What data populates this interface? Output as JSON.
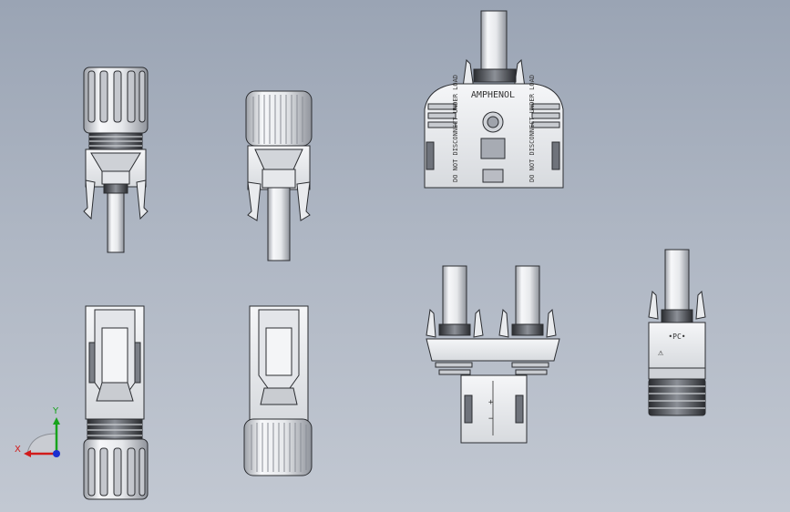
{
  "labels": {
    "brand": "AMPHENOL",
    "warning_left": "DO NOT DISCONNECT UNDER LOAD",
    "warning_right": "DO NOT DISCONNECT UNDER LOAD",
    "polarity_plus": "+",
    "polarity_minus": "−",
    "side_mark": "•PC•",
    "triangle_mark": "⚠"
  },
  "triad": {
    "x_label": "X",
    "y_label": "Y",
    "colors": {
      "x": "#d11b1b",
      "y": "#17a31c",
      "z": "#1b2fd1"
    }
  },
  "colors": {
    "part_fill": "#f2f3f5",
    "part_shade": "#c9ccd2",
    "part_dark": "#7c8089",
    "line": "#2b2d31"
  }
}
